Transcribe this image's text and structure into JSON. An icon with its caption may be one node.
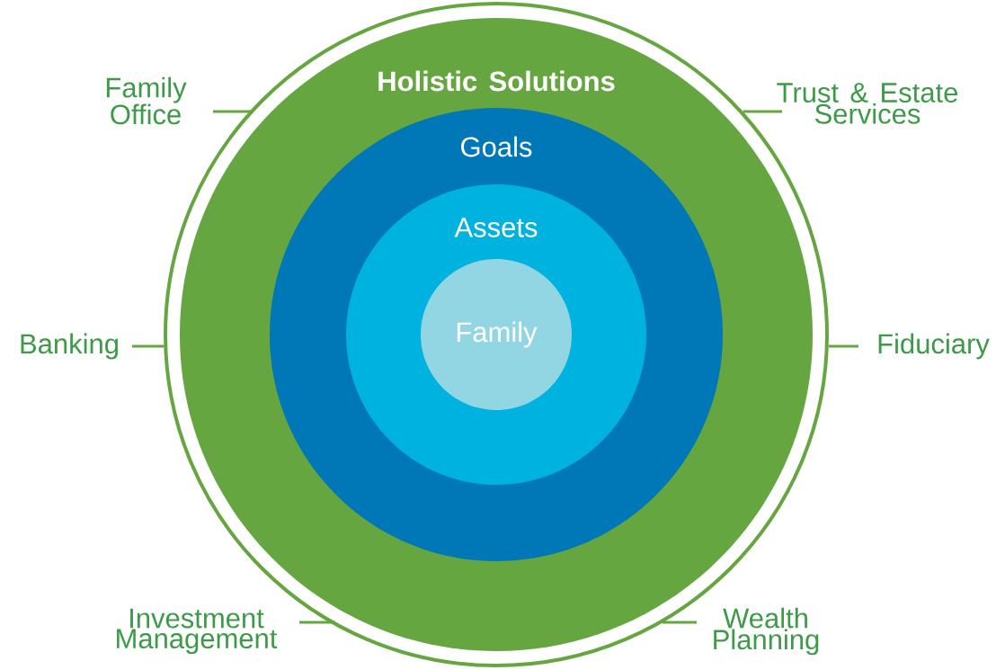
{
  "diagram": {
    "nodes": [
      {
        "text": [
          "Holistic Solutions"
        ]
      },
      {
        "text": [
          "Goals"
        ],
        "in": 0
      },
      {
        "text": [
          "Assets"
        ],
        "in": 1
      },
      {
        "text": [
          "Family"
        ],
        "in": 2
      },
      {
        "text": [
          "Family Office"
        ]
      },
      {
        "text": [
          "Trust & Estate Services"
        ]
      },
      {
        "text": [
          "Banking"
        ]
      },
      {
        "text": [
          "Fiduciary"
        ]
      },
      {
        "text": [
          "Investment Management"
        ]
      },
      {
        "text": [
          "Wealth Planning"
        ]
      }
    ],
    "edges": [
      {
        "from": 4,
        "to": 0,
        "arrow": "none"
      },
      {
        "from": 5,
        "to": 0,
        "arrow": "none"
      },
      {
        "from": 6,
        "to": 0,
        "arrow": "none"
      },
      {
        "from": 7,
        "to": 0,
        "arrow": "none"
      },
      {
        "from": 8,
        "to": 0,
        "arrow": "none"
      },
      {
        "from": 9,
        "to": 0,
        "arrow": "none"
      }
    ]
  }
}
